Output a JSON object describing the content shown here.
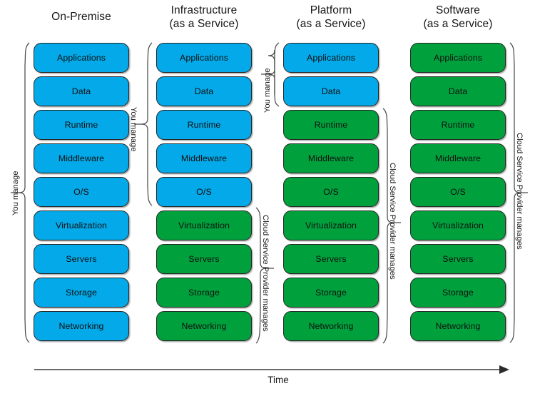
{
  "diagram": {
    "title_row": [
      {
        "line1": "On-Premise",
        "line2": ""
      },
      {
        "line1": "Infrastructure",
        "line2": "(as a Service)"
      },
      {
        "line1": "Platform",
        "line2": "(as a Service)"
      },
      {
        "line1": "Software",
        "line2": "(as a Service)"
      }
    ],
    "layers": [
      "Applications",
      "Data",
      "Runtime",
      "Middleware",
      "O/S",
      "Virtualization",
      "Servers",
      "Storage",
      "Networking"
    ],
    "columns": [
      {
        "name": "on-premise",
        "cells": [
          "blue",
          "blue",
          "blue",
          "blue",
          "blue",
          "blue",
          "blue",
          "blue",
          "blue"
        ]
      },
      {
        "name": "infrastructure-as-a-service",
        "cells": [
          "blue",
          "blue",
          "blue",
          "blue",
          "blue",
          "green",
          "green",
          "green",
          "green"
        ]
      },
      {
        "name": "platform-as-a-service",
        "cells": [
          "blue",
          "blue",
          "green",
          "green",
          "green",
          "green",
          "green",
          "green",
          "green"
        ]
      },
      {
        "name": "software-as-a-service",
        "cells": [
          "green",
          "green",
          "green",
          "green",
          "green",
          "green",
          "green",
          "green",
          "green"
        ]
      }
    ],
    "annotations": {
      "you_manage": "You manage",
      "provider_manages": "Cloud Service Provider manages"
    },
    "axis": {
      "label": "Time"
    },
    "colors": {
      "blue": "#03a9e8",
      "green": "#00a13c",
      "box_border": "#262626",
      "brace": "#4a4a4a",
      "text": "#171717"
    }
  }
}
